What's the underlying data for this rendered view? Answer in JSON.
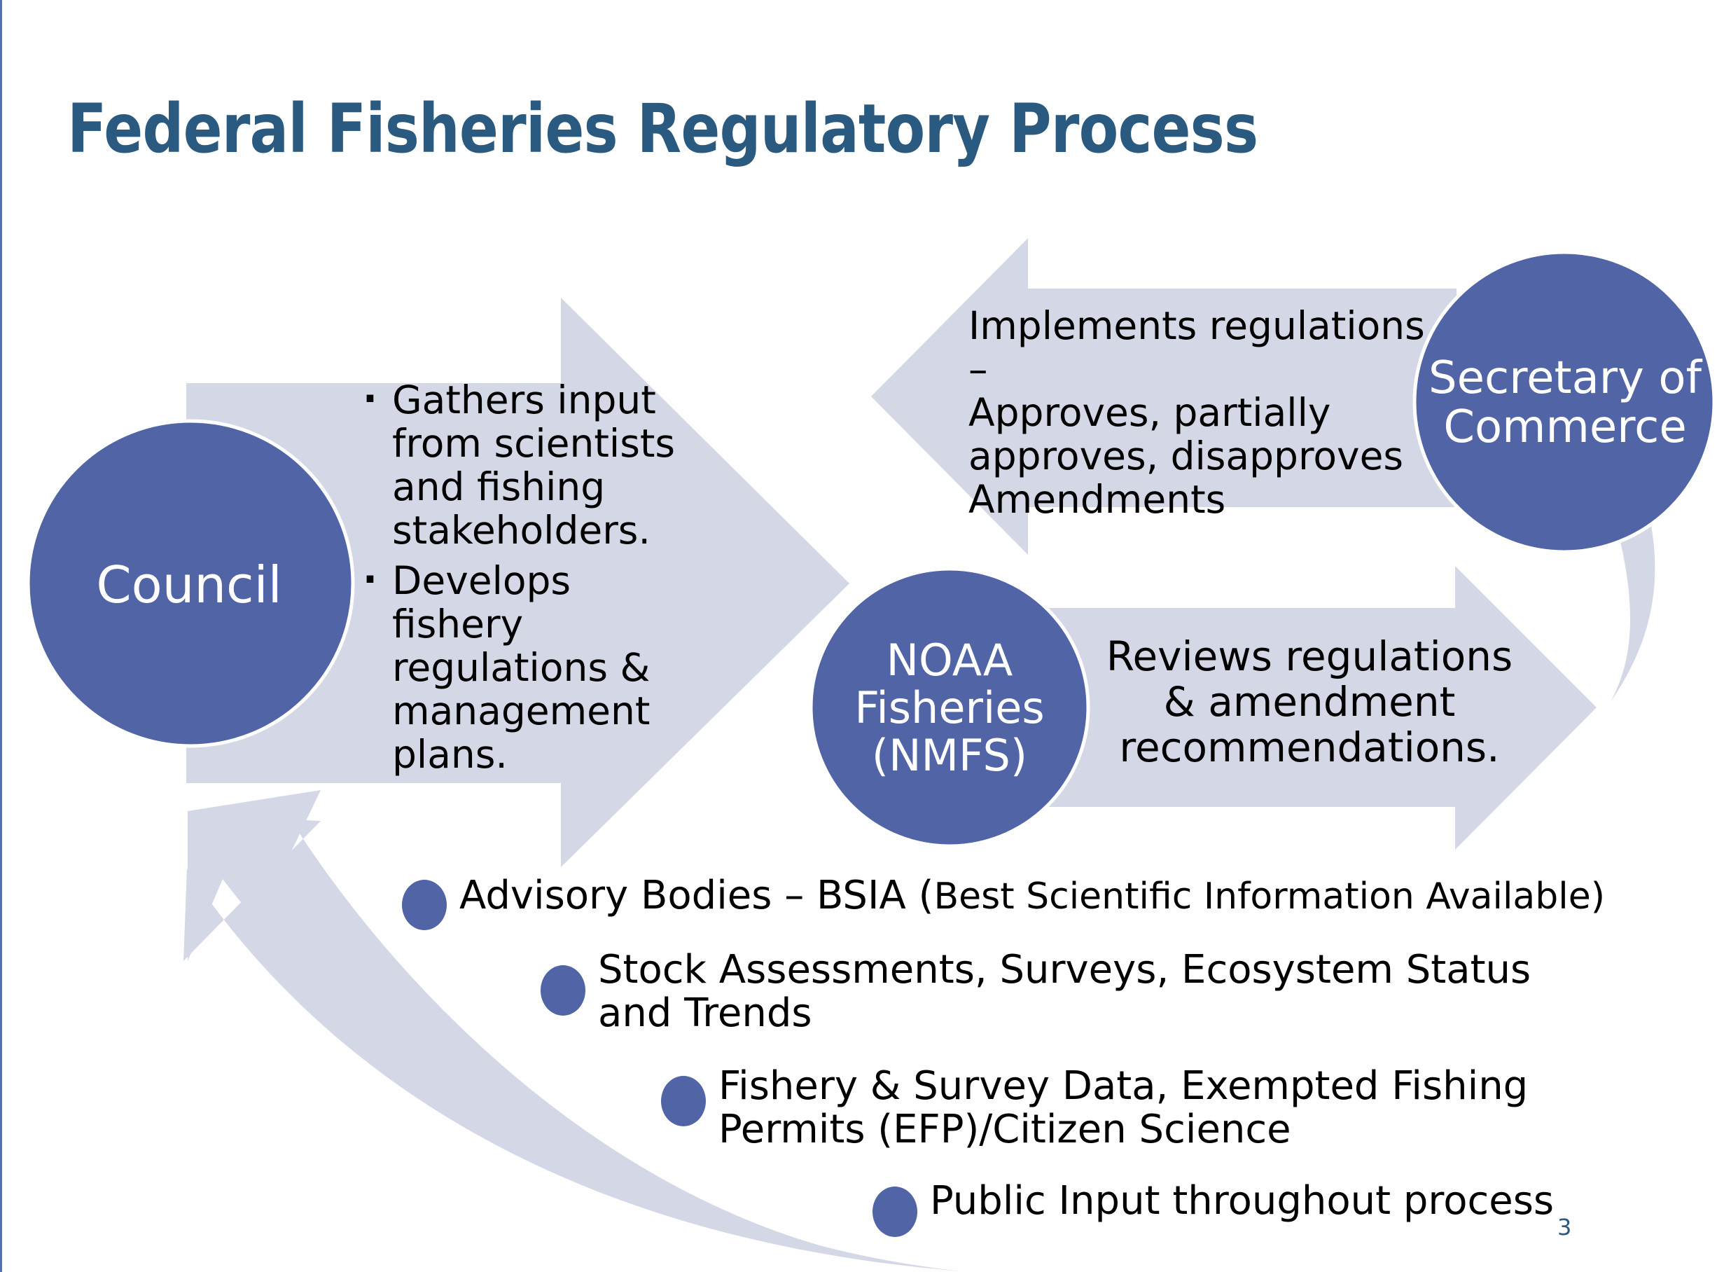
{
  "slide": {
    "title": "Federal Fisheries Regulatory Process",
    "page_number": "3"
  },
  "colors": {
    "title": "#2a5a7f",
    "circle_fill": "#5064a6",
    "arrow_fill": "#d4d7e5",
    "circle_text": "#ffffff",
    "body_text": "#000000",
    "page_number": "#2a5a7f"
  },
  "nodes": {
    "council": {
      "label": "Council",
      "bullets": [
        "Gathers input from scientists and fishing stakeholders.",
        "Develops fishery regulations & management plans."
      ]
    },
    "noaa": {
      "label_lines": [
        "NOAA",
        "Fisheries",
        "(NMFS)"
      ],
      "description": "Reviews regulations & amendment recommendations."
    },
    "secretary": {
      "label_lines": [
        "Secretary of",
        "Commerce"
      ],
      "description_lines": [
        "Implements regulations –",
        "Approves, partially",
        "approves, disapproves",
        "Amendments"
      ]
    }
  },
  "inputs": [
    {
      "main": "Advisory Bodies –  BSIA (",
      "detail": "Best Scientific Information Available)"
    },
    {
      "lines": [
        "Stock Assessments, Surveys, Ecosystem Status",
        "and Trends"
      ]
    },
    {
      "lines": [
        "Fishery & Survey Data, Exempted Fishing",
        "Permits (EFP)/Citizen Science"
      ]
    },
    {
      "lines": [
        "Public Input throughout process"
      ]
    }
  ]
}
